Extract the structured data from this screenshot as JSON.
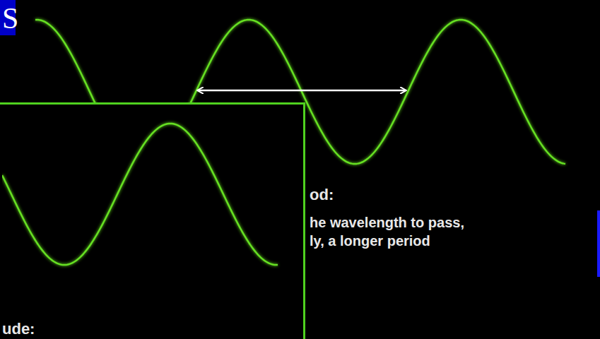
{
  "diagram": {
    "nodes": [
      {
        "text": [
          "ude:"
        ]
      }
    ],
    "labels": [
      "S",
      "od:",
      "he wavelength to pass,",
      "ly, a longer period"
    ]
  }
}
